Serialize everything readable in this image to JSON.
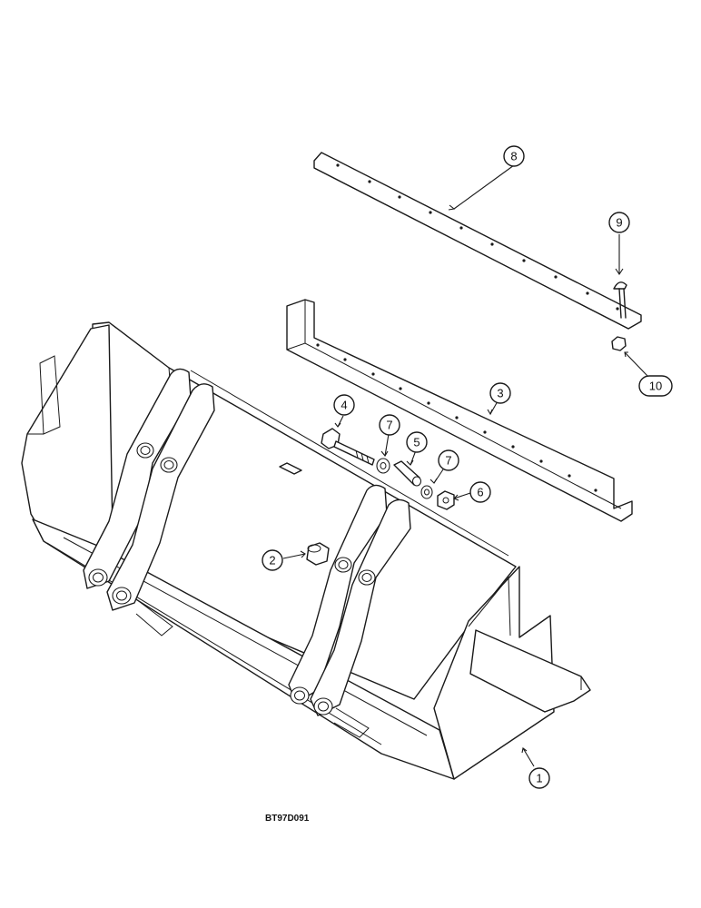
{
  "diagram": {
    "reference_code": "BT97D091",
    "callouts": [
      {
        "id": "c1",
        "label": "1"
      },
      {
        "id": "c2",
        "label": "2"
      },
      {
        "id": "c3",
        "label": "3"
      },
      {
        "id": "c4",
        "label": "4"
      },
      {
        "id": "c5",
        "label": "5"
      },
      {
        "id": "c6",
        "label": "6"
      },
      {
        "id": "c7a",
        "label": "7"
      },
      {
        "id": "c7b",
        "label": "7"
      },
      {
        "id": "c8",
        "label": "8"
      },
      {
        "id": "c9",
        "label": "9"
      },
      {
        "id": "c10",
        "label": "10"
      }
    ]
  }
}
